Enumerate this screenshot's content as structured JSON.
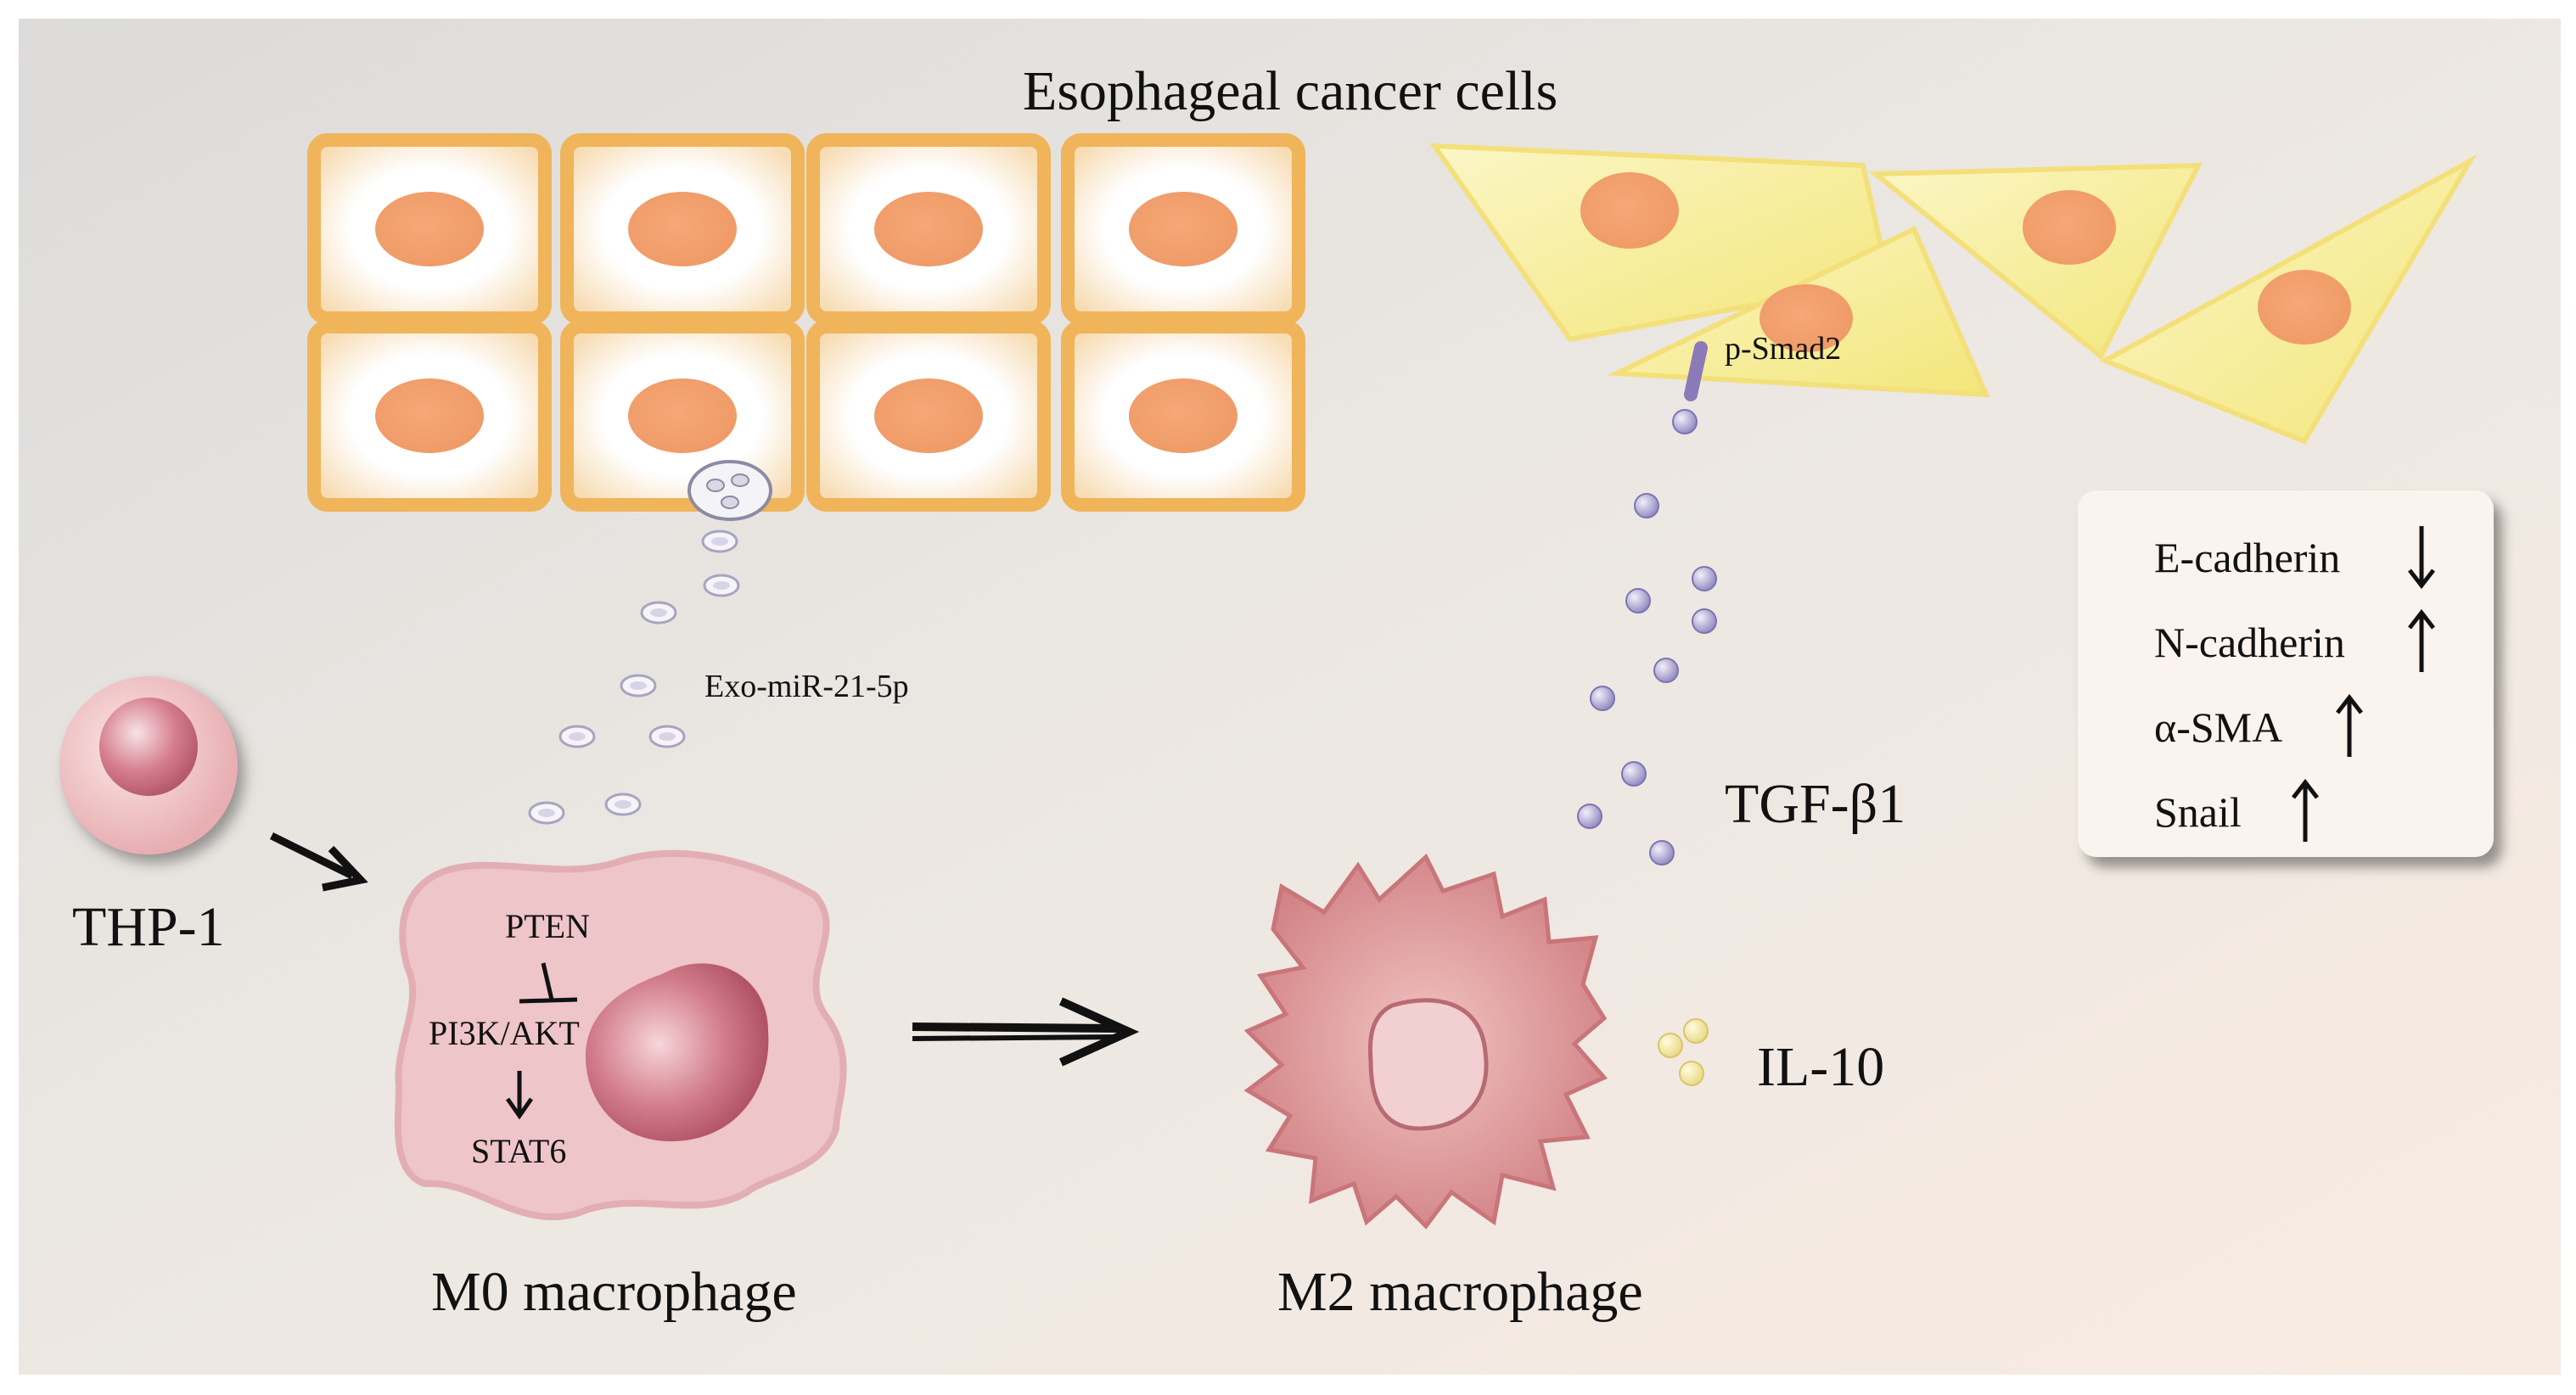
{
  "title": "Esophageal cancer cells",
  "labels": {
    "thp1": "THP-1",
    "m0": "M0 macrophage",
    "m2": "M2 macrophage",
    "exo": "Exo-miR-21-5p",
    "psmad": "p-Smad2",
    "tgf": "TGF-β1",
    "il10": "IL-10",
    "pten": "PTEN",
    "pi3k": "PI3K/AKT",
    "stat6": "STAT6"
  },
  "emt_markers": [
    {
      "name": "E-cadherin",
      "direction": "down"
    },
    {
      "name": "N-cadherin",
      "direction": "up"
    },
    {
      "name": "α-SMA",
      "direction": "up"
    },
    {
      "name": "Snail",
      "direction": "up"
    }
  ],
  "colors": {
    "cell_border": "#f0b45a",
    "nucleus": "#f0a070",
    "mesenchymal_cell": "#f6ee8a",
    "macrophage": "#e8b6bc",
    "vesicle": "#c9c3dc",
    "tgf_particle": "#9b93c8",
    "il10_particle": "#f5eca8"
  }
}
